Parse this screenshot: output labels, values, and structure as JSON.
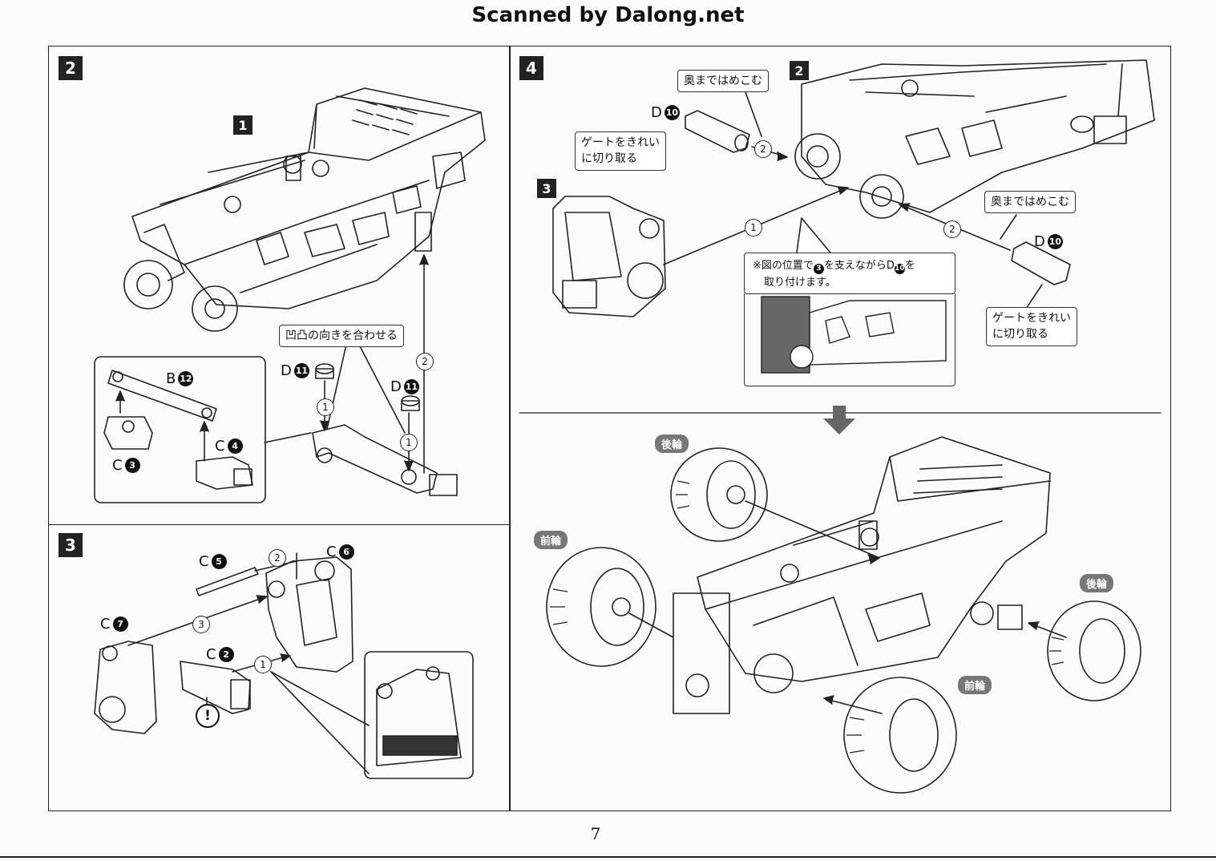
{
  "header": {
    "title": "Scanned by Dalong.net"
  },
  "page_number": "7",
  "steps": {
    "step2": {
      "badge": "2",
      "sub_badge": "1",
      "callout_align": "凹凸の向きを合わせる",
      "part_d11a": {
        "letter": "D",
        "number": "11"
      },
      "part_d11b": {
        "letter": "D",
        "number": "11"
      },
      "part_b12": {
        "letter": "B",
        "number": "12"
      },
      "part_c3": {
        "letter": "C",
        "number": "3"
      },
      "part_c4": {
        "letter": "C",
        "number": "4"
      },
      "seq": [
        "1",
        "1",
        "2"
      ]
    },
    "step3": {
      "badge": "3",
      "part_c5": {
        "letter": "C",
        "number": "5"
      },
      "part_c6": {
        "letter": "C",
        "number": "6"
      },
      "part_c7": {
        "letter": "C",
        "number": "7"
      },
      "part_c2": {
        "letter": "C",
        "number": "2"
      },
      "seq": [
        "1",
        "2",
        "3"
      ],
      "warning_symbol": "!"
    },
    "step4": {
      "badge": "4",
      "sub_badge_2": "2",
      "sub_badge_3": "3",
      "callout_push_top": "奥まではめこむ",
      "callout_push_right": "奥まではめこむ",
      "callout_gate_left": [
        "ゲートをきれい",
        "に切り取る"
      ],
      "callout_gate_right": [
        "ゲートをきれい",
        "に切り取る"
      ],
      "part_d10a": {
        "letter": "D",
        "number": "10"
      },
      "part_d10b": {
        "letter": "D",
        "number": "10"
      },
      "seq": [
        "1",
        "2",
        "2"
      ],
      "note": {
        "line1_prefix": "※図の位置で",
        "line1_ref": "3",
        "line1_mid": "を支えながら",
        "line1_part": "D",
        "line1_part_num": "10",
        "line1_suffix": "を",
        "line2": "取り付けます。"
      },
      "wheel_tags": {
        "rear_top": "後輪",
        "front_left": "前輪",
        "rear_right": "後輪",
        "front_bottom": "前輪"
      }
    }
  },
  "colors": {
    "ink": "#111111",
    "paper": "#fbfbfb",
    "tag_gray": "#777777"
  }
}
